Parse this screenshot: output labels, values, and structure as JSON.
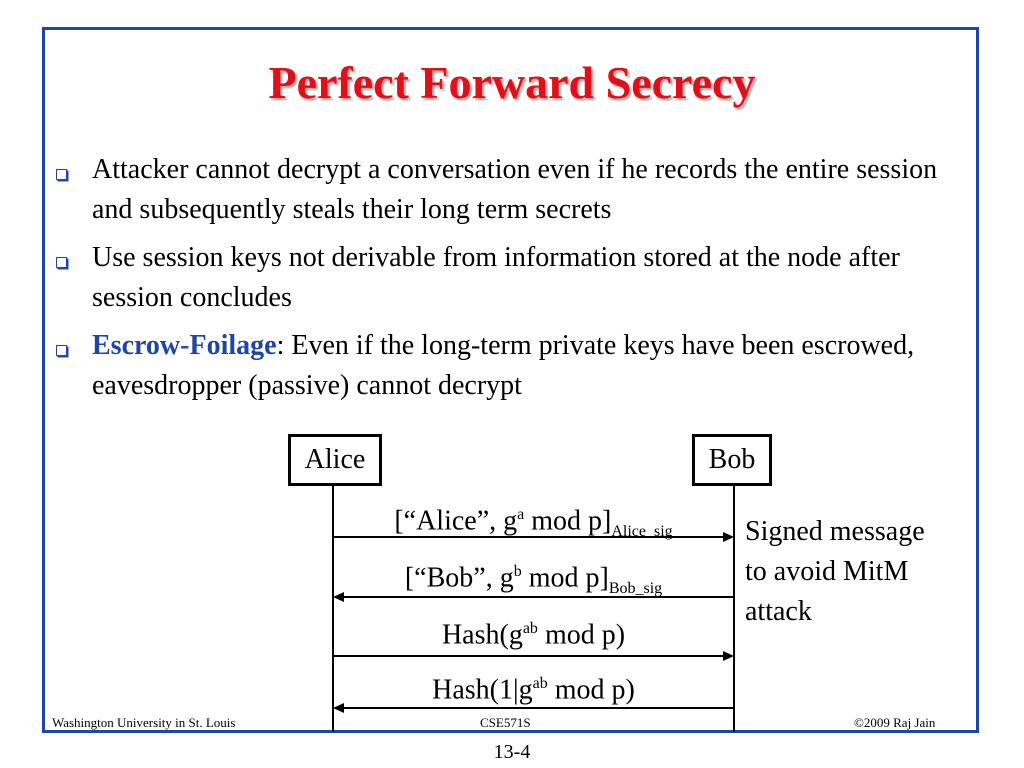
{
  "slide": {
    "title": "Perfect Forward Secrecy",
    "bullets": [
      {
        "text": "Attacker cannot decrypt a conversation even if he records the entire session and subsequently steals their long term secrets"
      },
      {
        "text": "Use session keys not derivable from information stored at the node after session concludes"
      },
      {
        "keyword": "Escrow-Foilage",
        "text": ": Even if the long-term private keys have been escrowed, eavesdropper (passive) cannot decrypt"
      }
    ],
    "icons": {
      "bullet": "square-bullet-icon",
      "arrow_right": "arrow-right-icon",
      "arrow_left": "arrow-left-icon"
    },
    "colors": {
      "title": "#e0101a",
      "accent": "#1f45a6"
    }
  },
  "diagram": {
    "actors": {
      "alice": "Alice",
      "bob": "Bob"
    },
    "messages": [
      {
        "open": "[“Alice”, g",
        "sup": "a",
        "close": " mod p]",
        "sub": "Alice_sig",
        "direction": "right"
      },
      {
        "open": "[“Bob”, g",
        "sup": "b",
        "close": " mod p]",
        "sub": "Bob_sig",
        "direction": "left"
      },
      {
        "open": "Hash(g",
        "sup": "ab",
        "close": " mod p)",
        "sub": "",
        "direction": "right"
      },
      {
        "open": "Hash(1|g",
        "sup": "ab",
        "close": " mod p)",
        "sub": "",
        "direction": "left"
      }
    ],
    "note": [
      "Signed message",
      "to avoid MitM",
      "attack"
    ]
  },
  "footer": {
    "left": "Washington University in St. Louis",
    "center": "CSE571S",
    "right": "©2009 Raj Jain",
    "page": "13-4"
  }
}
